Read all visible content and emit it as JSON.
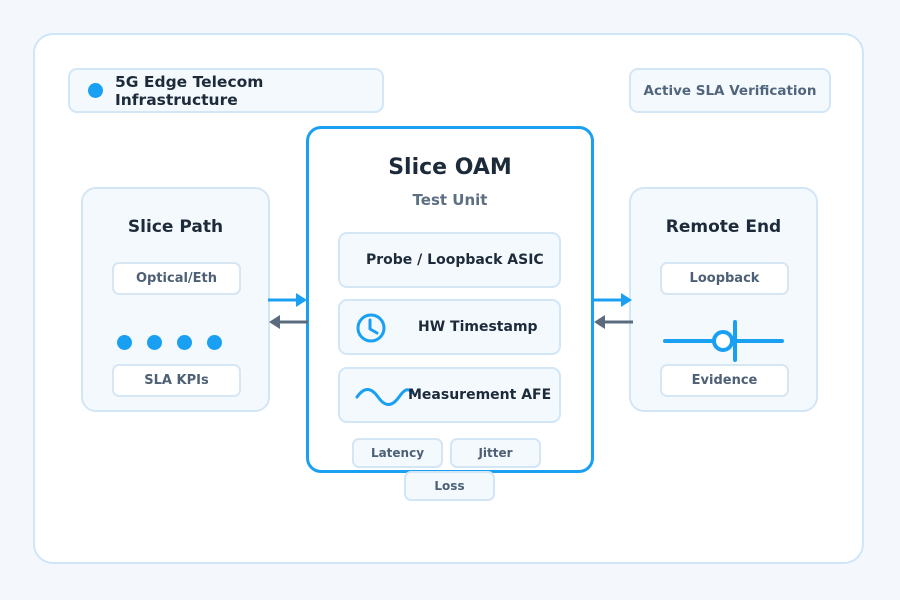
{
  "header": {
    "title": "5G Edge Telecom Infrastructure",
    "badge": "Active SLA Verification"
  },
  "left_panel": {
    "title": "Slice Path",
    "top_chip": "Optical/Eth",
    "bottom_chip": "SLA KPIs"
  },
  "center_panel": {
    "title": "Slice OAM",
    "subtitle": "Test Unit",
    "modules": [
      {
        "label": "Probe / Loopback ASIC",
        "icon": "none"
      },
      {
        "label": "HW Timestamp",
        "icon": "clock-icon"
      },
      {
        "label": "Measurement AFE",
        "icon": "wave-icon"
      }
    ],
    "metrics": [
      "Latency",
      "Jitter",
      "Loss"
    ]
  },
  "right_panel": {
    "title": "Remote End",
    "top_chip": "Loopback",
    "bottom_chip": "Evidence"
  },
  "colors": {
    "accent": "#1aa0f3",
    "return_arrow": "#5b6b7e",
    "text_dark": "#1c2a3a",
    "text_muted": "#4d6075"
  }
}
